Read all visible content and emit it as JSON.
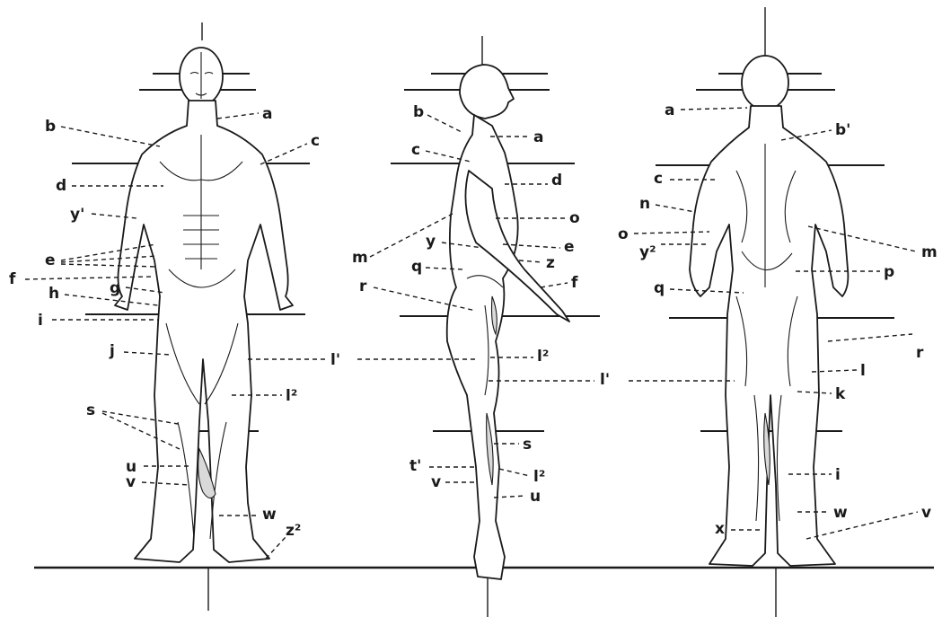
{
  "figure": {
    "views": [
      {
        "name": "front",
        "labels": [
          "b",
          "a",
          "c",
          "d",
          "y'",
          "e",
          "f",
          "h",
          "g",
          "i",
          "j",
          "l'",
          "l²",
          "s",
          "u",
          "v",
          "w",
          "z²"
        ]
      },
      {
        "name": "side",
        "labels": [
          "b",
          "a",
          "c",
          "d",
          "o",
          "m",
          "y",
          "e",
          "z",
          "q",
          "f",
          "r",
          "l²",
          "l'",
          "s",
          "t'",
          "l²",
          "v",
          "u"
        ]
      },
      {
        "name": "back",
        "labels": [
          "a",
          "b'",
          "c",
          "n",
          "o",
          "y²",
          "m",
          "p",
          "q",
          "r",
          "l",
          "k",
          "i",
          "w",
          "v",
          "x"
        ]
      }
    ]
  }
}
